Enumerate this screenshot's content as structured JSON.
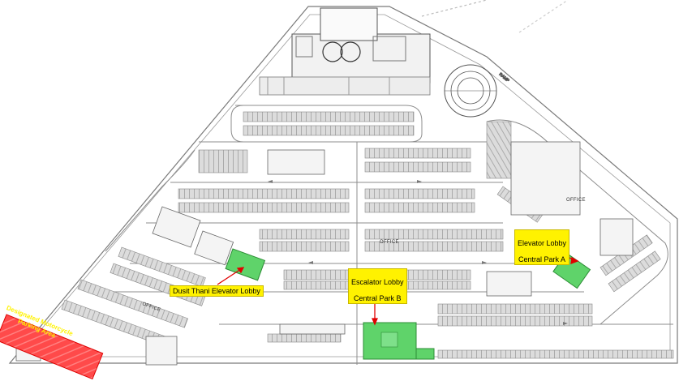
{
  "labels": {
    "dusit_thani_elevator_lobby": "Dusit Thani Elevator Lobby",
    "escalator_lobby_line1": "Escalator Lobby",
    "escalator_lobby_line2": "Central Park B",
    "elevator_lobby_line1": "Elevator Lobby",
    "elevator_lobby_line2": "Central Park A",
    "motorcycle_line1": "Designated Motorcycle",
    "motorcycle_line2": "Parking Area",
    "office": "OFFICE"
  },
  "colors": {
    "lobby_green": "#5fd36a",
    "callout_yellow": "#fff200",
    "motorcycle_red": "#ff3b3b",
    "parking_gray": "#d9d9d9",
    "pointer_red": "#e10000"
  },
  "icons": [
    "parking-bay",
    "elevator-lobby",
    "escalator-lobby",
    "motorcycle-area",
    "direction-arrow"
  ]
}
